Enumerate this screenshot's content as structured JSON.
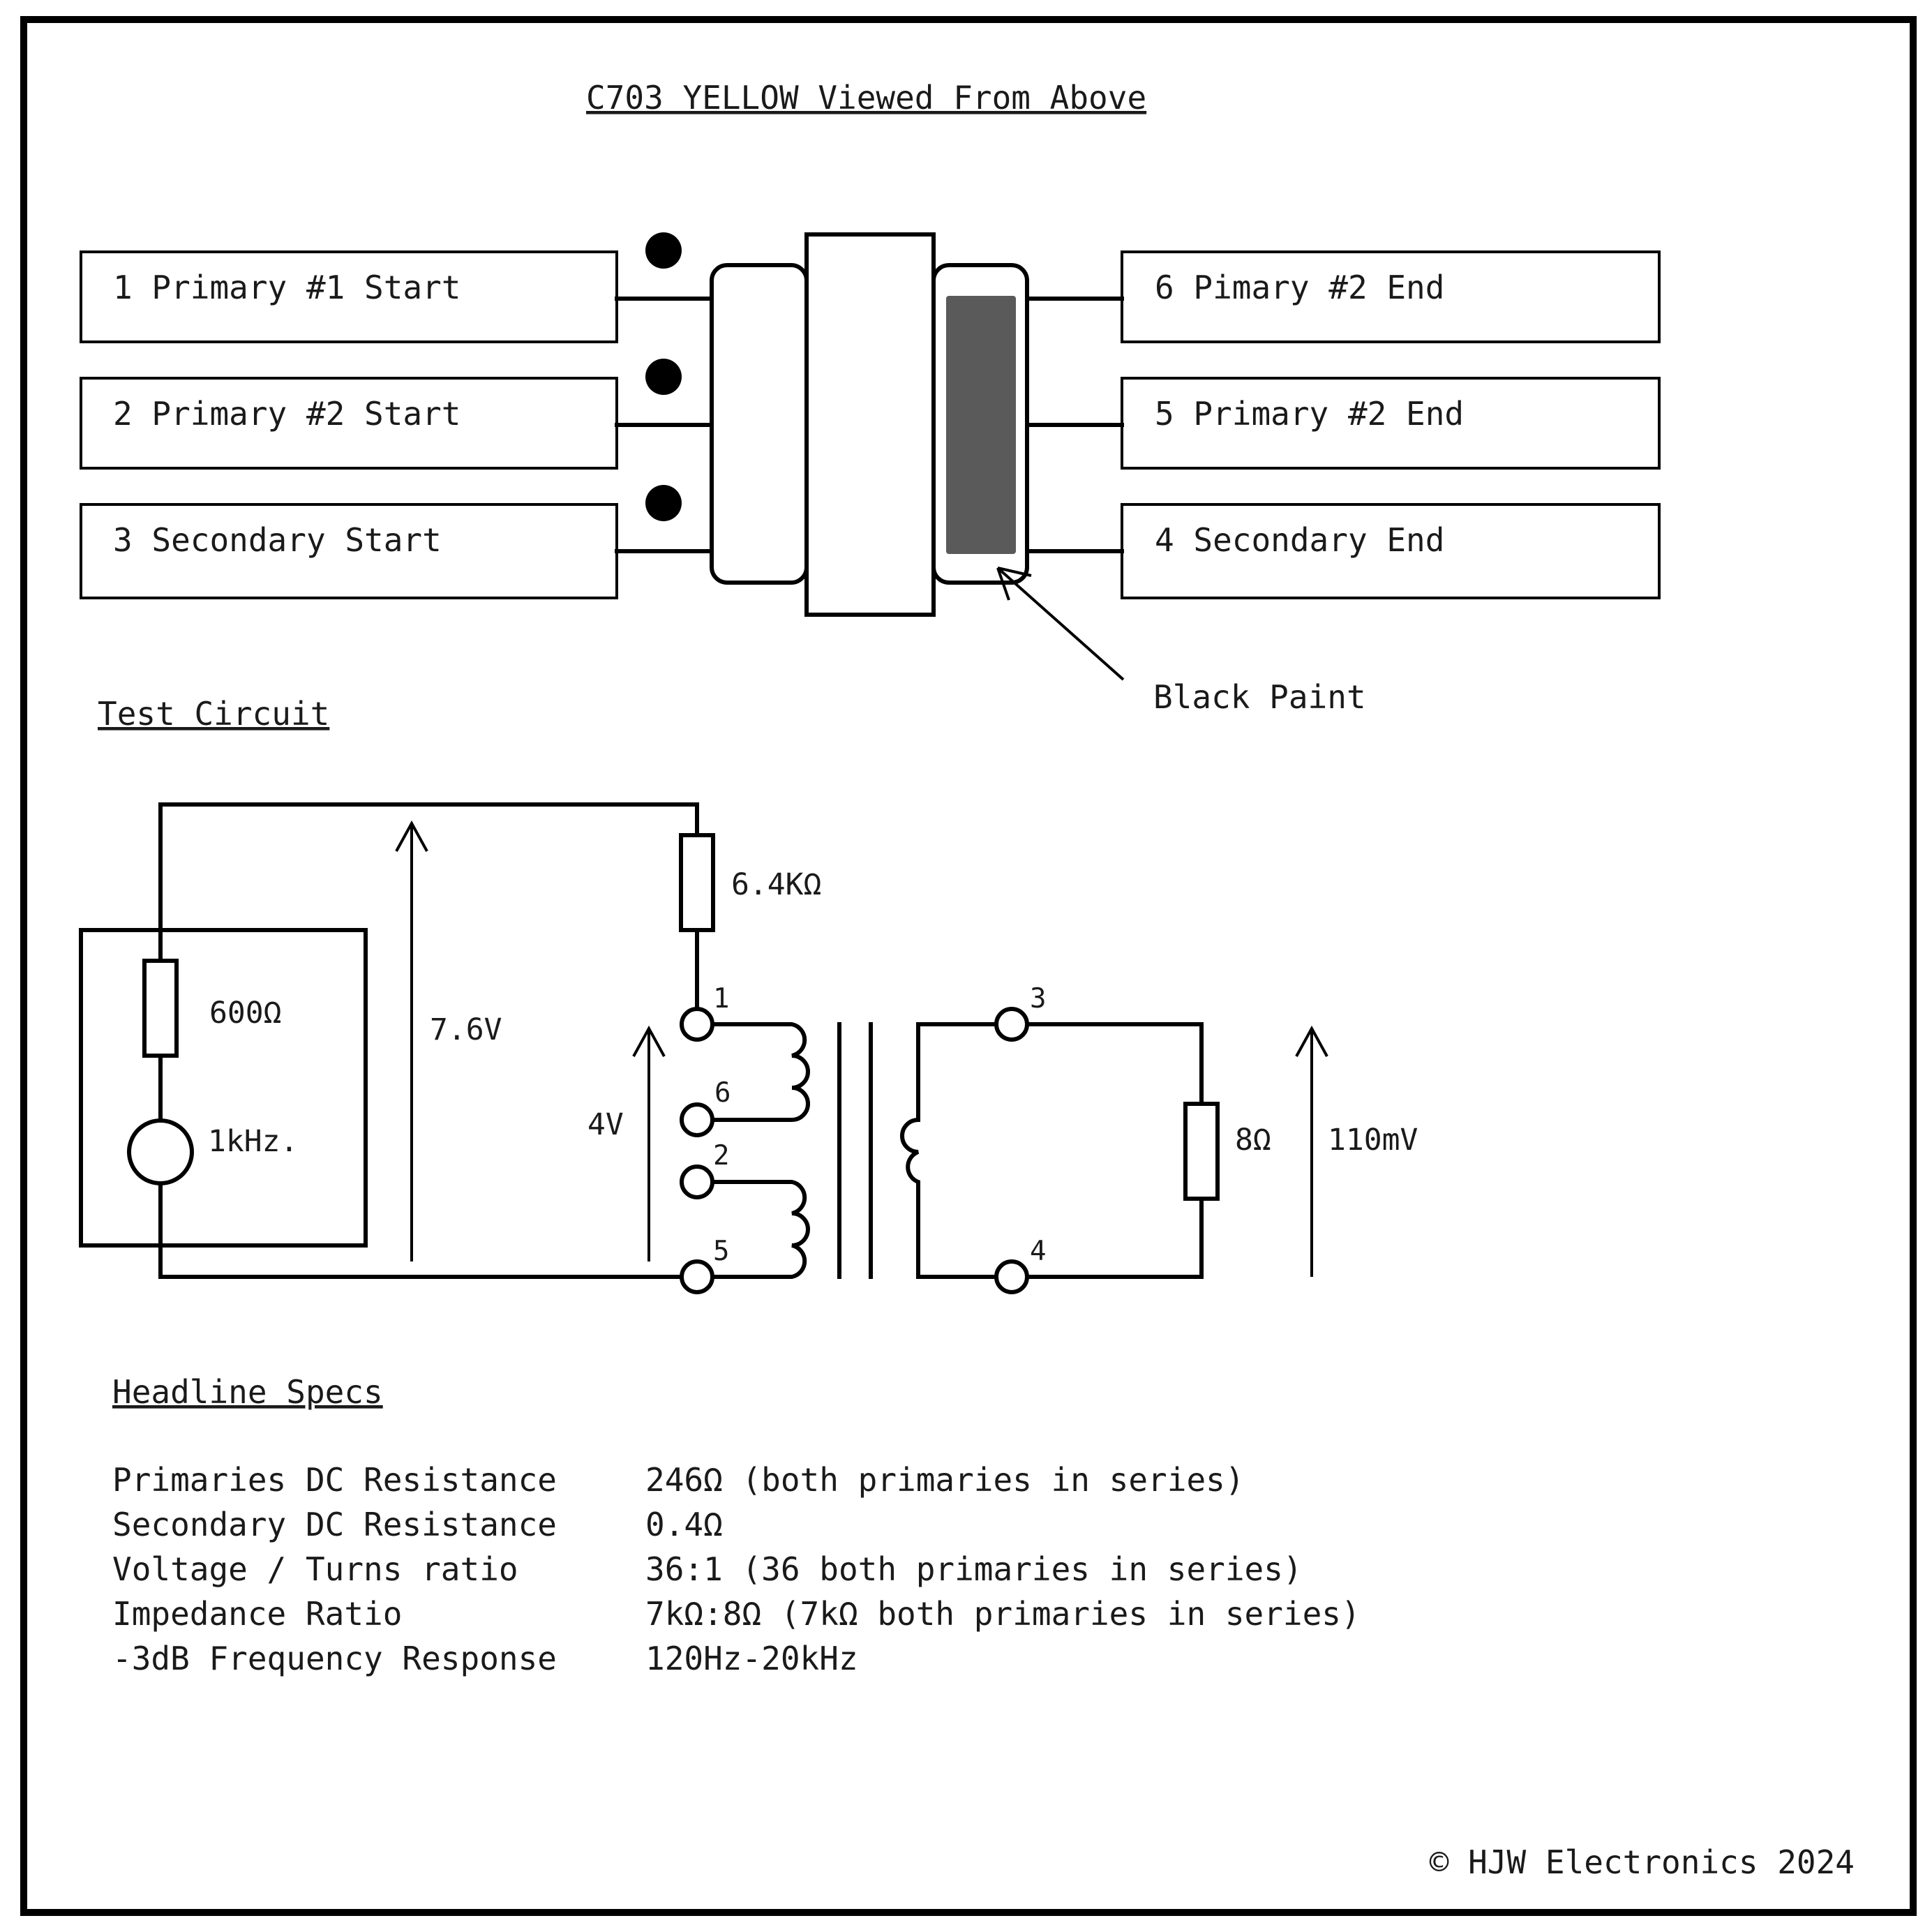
{
  "title": "C703 YELLOW Viewed From Above",
  "pins": {
    "left": [
      "1 Primary #1 Start",
      "2 Primary #2 Start",
      "3 Secondary Start"
    ],
    "right": [
      "6 Pimary #2 End",
      "5 Primary #2 End",
      "4 Secondary End"
    ]
  },
  "paint_label": "Black Paint",
  "paint_color": "#5a5a5a",
  "test_circuit": {
    "heading": "Test Circuit",
    "source_resistor": "600Ω",
    "source_freq": "1kHz.",
    "source_voltage": "7.6V",
    "series_resistor": "6.4KΩ",
    "primary_voltage": "4V",
    "load_resistor": "8Ω",
    "output_voltage": "110mV",
    "terminals": {
      "t1": "1",
      "t6": "6",
      "t2": "2",
      "t5": "5",
      "t3": "3",
      "t4": "4"
    }
  },
  "specs": {
    "heading": "Headline Specs",
    "rows": [
      {
        "label": "Primaries DC Resistance",
        "value": "246Ω (both primaries in series)"
      },
      {
        "label": "Secondary DC Resistance",
        "value": "0.4Ω"
      },
      {
        "label": "Voltage / Turns ratio",
        "value": "36:1 (36 both primaries in series)"
      },
      {
        "label": "Impedance Ratio",
        "value": "7kΩ:8Ω (7kΩ both primaries in series)"
      },
      {
        "label": "-3dB Frequency Response",
        "value": "120Hz-20kHz"
      }
    ]
  },
  "footer": "© HJW Electronics 2024"
}
